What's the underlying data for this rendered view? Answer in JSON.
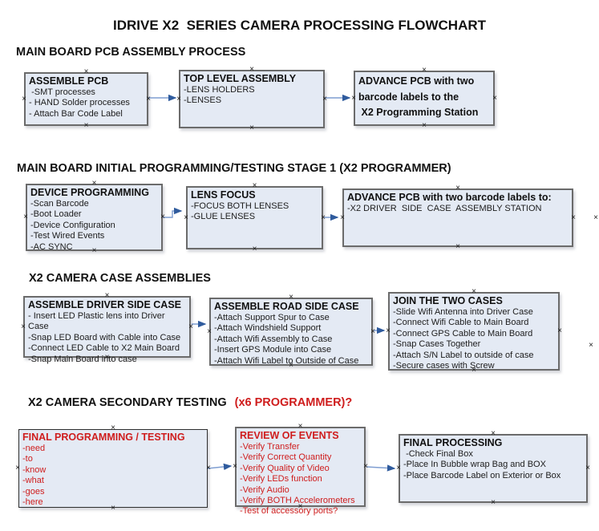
{
  "title": "IDRIVE X2  SERIES CAMERA PROCESSING FLOWCHART",
  "colors": {
    "box_fill": "#e4eaf4",
    "box_border": "#6b6b6b",
    "arrow_line": "#7f9ed1",
    "arrow_head": "#2f5b9d",
    "red_text": "#cf1d1d",
    "black_text": "#111111"
  },
  "sections": [
    {
      "heading": "MAIN BOARD PCB ASSEMBLY PROCESS",
      "boxes": [
        {
          "header": "ASSEMBLE PCB",
          "items": [
            " -SMT processes",
            "- HAND Solder processes",
            "- Attach Bar Code Label"
          ]
        },
        {
          "header": "TOP LEVEL ASSEMBLY",
          "items": [
            "-LENS HOLDERS",
            "-LENSES"
          ]
        },
        {
          "header": "",
          "items": [
            "ADVANCE PCB with two",
            "barcode labels to the",
            " X2 Programming Station"
          ]
        }
      ]
    },
    {
      "heading": "MAIN BOARD INITIAL PROGRAMMING/TESTING STAGE 1 (X2 PROGRAMMER)",
      "boxes": [
        {
          "header": "DEVICE PROGRAMMING",
          "items": [
            "-Scan Barcode",
            "-Boot Loader",
            "-Device Configuration",
            "-Test Wired Events",
            "-AC SYNC"
          ]
        },
        {
          "header": "LENS FOCUS",
          "items": [
            "-FOCUS BOTH LENSES",
            "-GLUE LENSES"
          ]
        },
        {
          "header": "ADVANCE PCB with two barcode labels to:",
          "items": [
            "-X2 DRIVER  SIDE  CASE  ASSEMBLY STATION"
          ]
        }
      ]
    },
    {
      "heading": "X2 CAMERA CASE ASSEMBLIES",
      "boxes": [
        {
          "header": "ASSEMBLE DRIVER SIDE CASE",
          "items": [
            "- Insert LED Plastic lens into Driver Case",
            "-Snap LED Board with Cable into Case",
            "-Connect LED Cable to X2 Main Board",
            "-Snap Main Board into case"
          ]
        },
        {
          "header": "ASSEMBLE ROAD SIDE CASE",
          "items": [
            "-Attach Support Spur to Case",
            "-Attach Windshield Support",
            "-Attach Wifi Assembly to Case",
            "-Insert GPS Module into Case",
            "-Attach Wifi Label to Outside of Case"
          ]
        },
        {
          "header": "JOIN THE TWO CASES",
          "items": [
            "-Slide Wifi Antenna into Driver Case",
            "-Connect Wifi Cable to Main Board",
            "-Connect GPS Cable to Main Board",
            "-Snap Cases Together",
            "-Attach S/N Label to outside of case",
            "-Secure cases with Screw"
          ]
        }
      ]
    },
    {
      "heading": "X2 CAMERA SECONDARY TESTING",
      "heading_suffix": "(x6 PROGRAMMER)?",
      "boxes": [
        {
          "header": "FINAL PROGRAMMING / TESTING",
          "items": [
            "-need",
            "-to",
            "-know",
            "-what",
            "-goes",
            "-here"
          ]
        },
        {
          "header": "REVIEW OF EVENTS",
          "items": [
            "-Verify Transfer",
            "-Verify Correct Quantity",
            "-Verify Quality of Video",
            "-Verify LEDs function",
            "-Verify Audio",
            "-Verify BOTH Accelerometers",
            "-Test of accessory ports?"
          ]
        },
        {
          "header": "FINAL PROCESSING",
          "items": [
            " -Check Final Box",
            "-Place In Bubble wrap Bag and BOX",
            "-Place Barcode Label on Exterior or Box"
          ]
        }
      ]
    }
  ],
  "anchor_glyph": "×"
}
